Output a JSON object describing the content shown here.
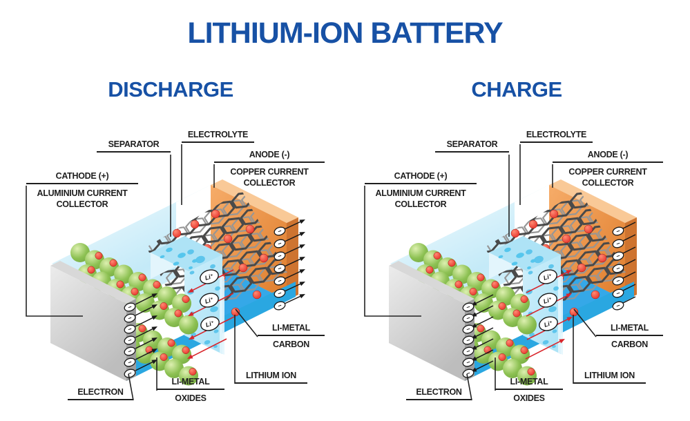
{
  "title": "LITHIUM-ION BATTERY",
  "headings": {
    "left": "DISCHARGE",
    "right": "CHARGE"
  },
  "labels": {
    "separator": "SEPARATOR",
    "electrolyte": "ELECTROLYTE",
    "anode": "ANODE (-)",
    "copper_1": "COPPER CURRENT",
    "copper_2": "COLLECTOR",
    "cathode": "CATHODE (+)",
    "aluminium_1": "ALUMINIUM CURRENT",
    "aluminium_2": "COLLECTOR",
    "electron": "ELECTRON",
    "oxides_1": "LI-METAL",
    "oxides_2": "OXIDES",
    "lithium_ion": "LITHIUM ION",
    "carbon_1": "LI-METAL",
    "carbon_2": "CARBON"
  },
  "particles": {
    "lithium_ion_symbol": "Li⁺",
    "electron_symbol": "−"
  },
  "flow": {
    "discharge": {
      "ion_direction": "anode-to-cathode",
      "ion_arrow": "left",
      "electron_arrow": "out"
    },
    "charge": {
      "ion_direction": "cathode-to-anode",
      "ion_arrow": "right",
      "electron_arrow": "in"
    }
  },
  "colors": {
    "heading_blue": "#1751A5",
    "label_text": "#1e1e1e",
    "electrolyte_blue": "#BCE8F7",
    "bubble_blue": "#4FC0EA",
    "bottom_blue": "#2AA7E1",
    "anode_blue": "#35A8E8",
    "copper_orange": "#E8923F",
    "aluminium_gray": "#C9C9C9",
    "oxide_green": "#8DC153",
    "lithium_red": "#E2251F",
    "graphite": "#4A4A4A",
    "ion_arrow_red": "#D9252B"
  }
}
